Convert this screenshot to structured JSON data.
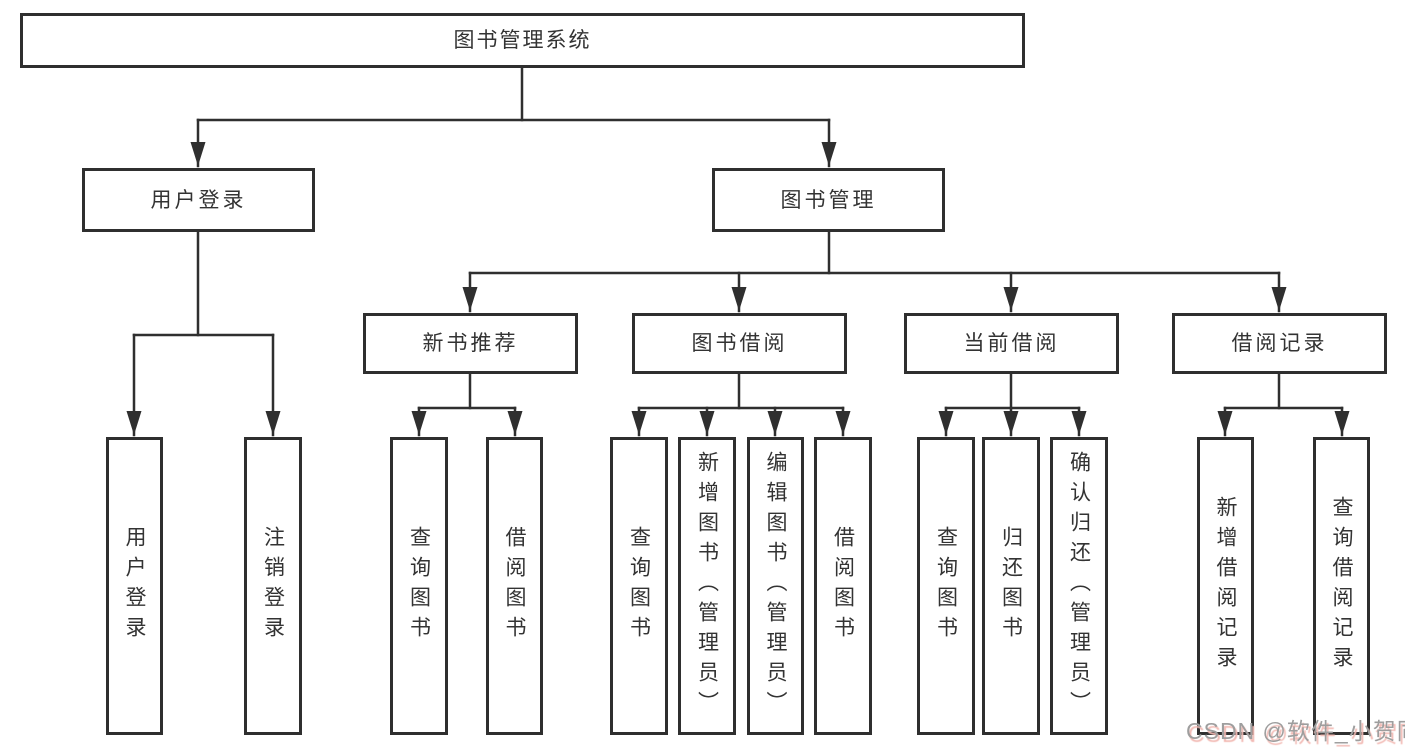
{
  "diagram": {
    "title": "图书管理系统",
    "nodes": {
      "root": {
        "label": "图书管理系统"
      },
      "user_login": {
        "label": "用户登录"
      },
      "book_mgmt": {
        "label": "图书管理"
      },
      "new_book_rec": {
        "label": "新书推荐"
      },
      "book_borrow": {
        "label": "图书借阅"
      },
      "current_borrow": {
        "label": "当前借阅"
      },
      "borrow_records": {
        "label": "借阅记录"
      },
      "leaf_user_login": {
        "label": "用户登录"
      },
      "leaf_logout": {
        "label": "注销登录"
      },
      "leaf_rec_query": {
        "label": "查询图书"
      },
      "leaf_rec_borrow": {
        "label": "借阅图书"
      },
      "leaf_bb_query": {
        "label": "查询图书"
      },
      "leaf_bb_add": {
        "label": "新增图书（管理员）"
      },
      "leaf_bb_edit": {
        "label": "编辑图书（管理员）"
      },
      "leaf_bb_borrow": {
        "label": "借阅图书"
      },
      "leaf_cb_query": {
        "label": "查询图书"
      },
      "leaf_cb_return": {
        "label": "归还图书"
      },
      "leaf_cb_confirm": {
        "label": "确认归还（管理员）"
      },
      "leaf_br_add": {
        "label": "新增借阅记录"
      },
      "leaf_br_query": {
        "label": "查询借阅记录"
      }
    },
    "colors": {
      "line": "#2f2f2f",
      "box_border": "#2f2f2f",
      "text": "#333333",
      "background": "#ffffff",
      "watermark_text": "#9e9e9e",
      "watermark_shadow": "#f2bab4"
    }
  },
  "watermark": {
    "text": "CSDN @软件_小贺同学"
  }
}
